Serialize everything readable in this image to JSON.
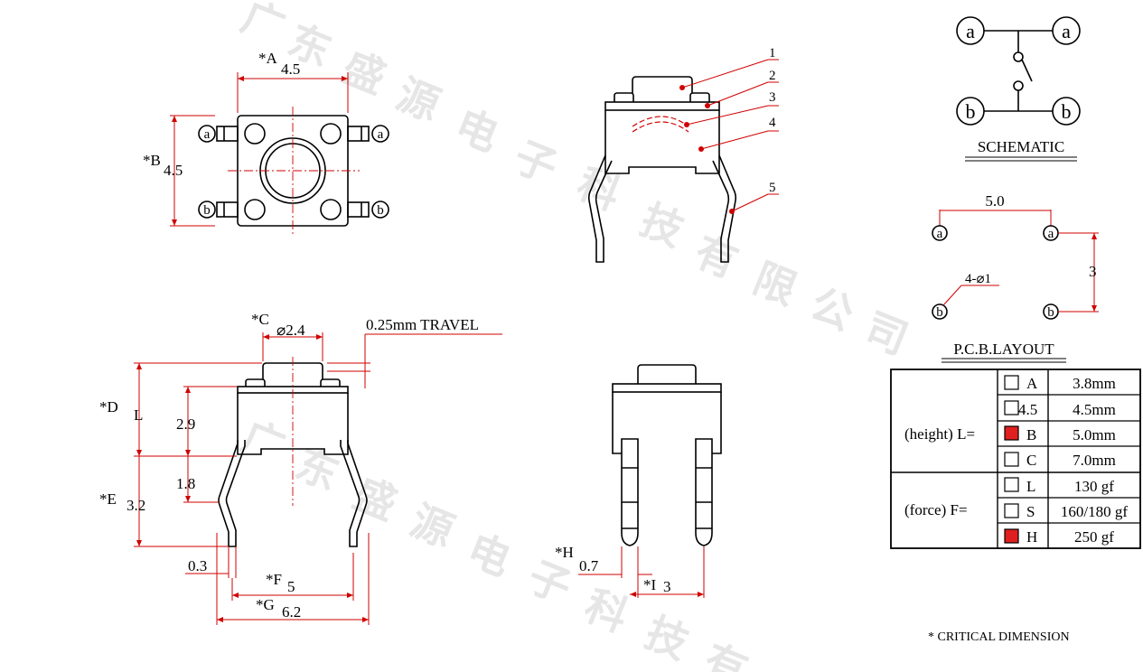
{
  "watermark": {
    "text": "广东盛源电子科技有限公司",
    "chars": [
      "广",
      "东",
      "盛",
      "源",
      "电",
      "子",
      "科",
      "技",
      "有",
      "限",
      "公",
      "司"
    ]
  },
  "top_view": {
    "a_label": "*A",
    "a_value": "4.5",
    "b_label": "*B",
    "b_value": "4.5",
    "pin_a": "a",
    "pin_b": "b"
  },
  "side_view": {
    "c_label": "*C",
    "c_value": "⌀2.4",
    "travel": "0.25mm TRAVEL",
    "d_label": "*D",
    "d_value": "L",
    "dim_29": "2.9",
    "dim_18": "1.8",
    "e_label": "*E",
    "e_value": "3.2",
    "dim_03": "0.3",
    "f_label": "*F",
    "f_value": "5",
    "g_label": "*G",
    "g_value": "6.2"
  },
  "front_view": {
    "callouts": [
      "1",
      "2",
      "3",
      "4",
      "5"
    ]
  },
  "pin_view": {
    "h_label": "*H",
    "h_value": "0.7",
    "i_label": "*I",
    "i_value": "3"
  },
  "schematic": {
    "pin_a": "a",
    "pin_b": "b",
    "title": "SCHEMATIC"
  },
  "pcb_layout": {
    "spacing_x": "5.0",
    "spacing_y": "3",
    "hole": "4-⌀1",
    "pin_a": "a",
    "pin_b": "b",
    "title": "P.C.B.LAYOUT"
  },
  "spec_table": {
    "height_label": "(height) L=",
    "force_label": "(force) F=",
    "height_rows": [
      {
        "code": "A",
        "value": "3.8mm",
        "selected": false
      },
      {
        "code": "4.5",
        "value": "4.5mm",
        "selected": false
      },
      {
        "code": "B",
        "value": "5.0mm",
        "selected": true
      },
      {
        "code": "C",
        "value": "7.0mm",
        "selected": false
      }
    ],
    "force_rows": [
      {
        "code": "L",
        "value": "130 gf",
        "selected": false
      },
      {
        "code": "S",
        "value": "160/180 gf",
        "selected": false
      },
      {
        "code": "H",
        "value": "250 gf",
        "selected": true
      }
    ]
  },
  "note": "* CRITICAL  DIMENSION",
  "colors": {
    "dimension": "#d00000",
    "ink": "#000000",
    "selected": "#e02020",
    "watermark": "#e6e6e6"
  }
}
